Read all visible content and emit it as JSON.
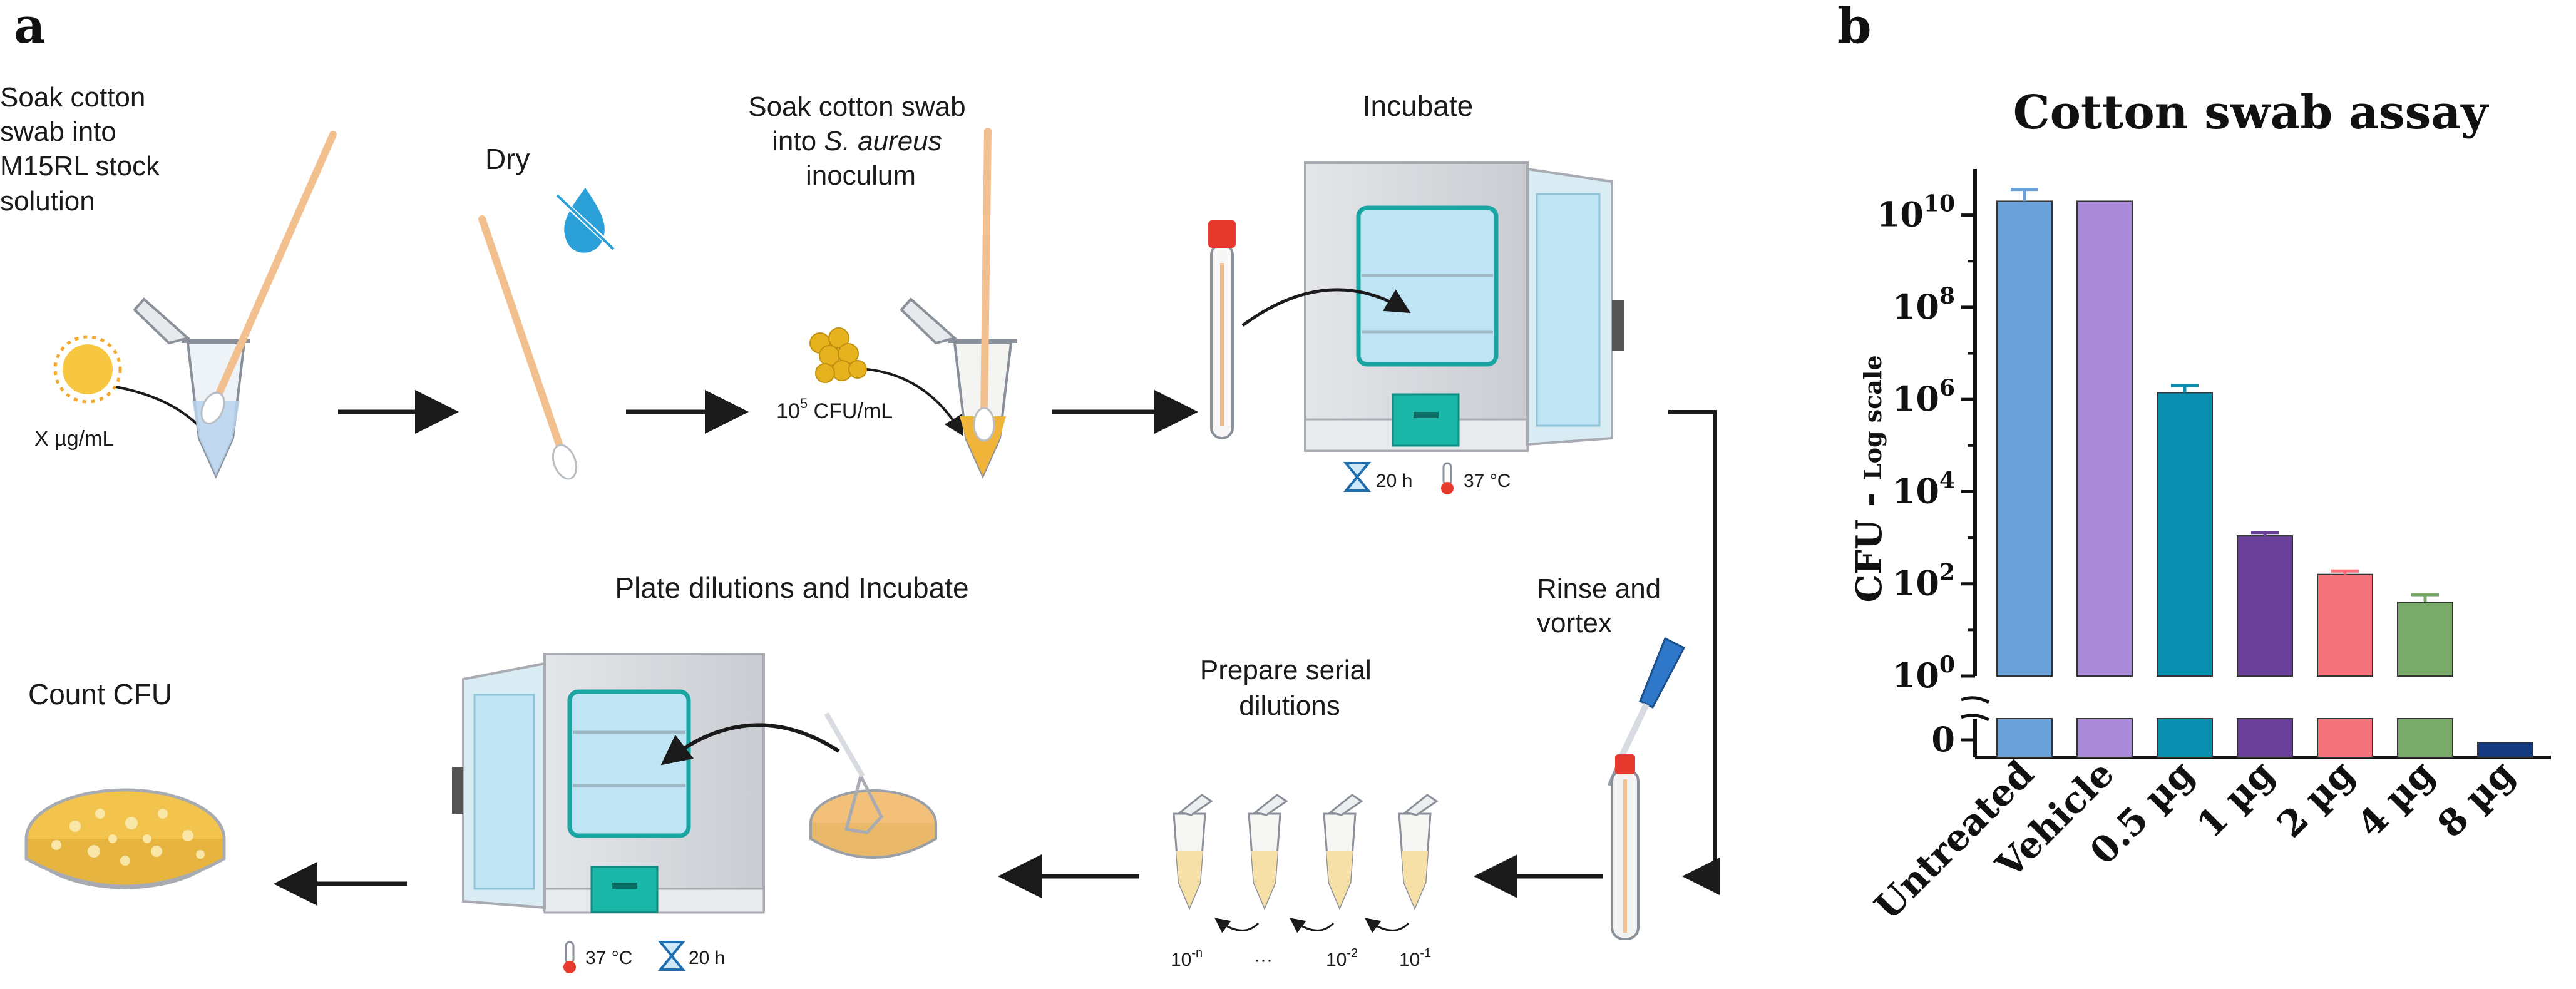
{
  "panel_a": {
    "label": "a",
    "steps": {
      "soak_stock": [
        "Soak cotton",
        "swab into",
        "M15RL stock",
        "solution"
      ],
      "dry": "Dry",
      "soak_inoculum_line1": "Soak cotton swab",
      "soak_inoculum_line2_prefix": "into ",
      "soak_inoculum_line2_italic": "S. aureus",
      "soak_inoculum_line3": "inoculum",
      "incubate": "Incubate",
      "rinse": [
        "Rinse and",
        "vortex"
      ],
      "prepare": [
        "Prepare serial",
        "dilutions"
      ],
      "plate": "Plate dilutions and Incubate",
      "count": "Count CFU"
    },
    "annotations": {
      "concentration": "X µg/mL",
      "inoculum_base": "10",
      "inoculum_exp": "5",
      "inoculum_unit": " CFU/mL",
      "incubate_time": "20 h",
      "incubate_temp": "37 °C",
      "plate_temp": "37 °C",
      "plate_time": "20 h",
      "dilutions": [
        {
          "base": "10",
          "exp": "-n"
        },
        {
          "text": "···"
        },
        {
          "base": "10",
          "exp": "-2"
        },
        {
          "base": "10",
          "exp": "-1"
        }
      ]
    }
  },
  "panel_b": {
    "label": "b",
    "chart_data": {
      "type": "bar",
      "title": "Cotton swab assay",
      "ylabel_main": "CFU - ",
      "ylabel_small": "Log scale",
      "yscale": "log10",
      "ylim_log10": [
        0,
        11
      ],
      "y_ticks": [
        {
          "base": "10",
          "exp": "10",
          "log": 10
        },
        {
          "base": "10",
          "exp": "8",
          "log": 8
        },
        {
          "base": "10",
          "exp": "6",
          "log": 6
        },
        {
          "base": "10",
          "exp": "4",
          "log": 4
        },
        {
          "base": "10",
          "exp": "2",
          "log": 2
        },
        {
          "base": "10",
          "exp": "0",
          "log": 0
        }
      ],
      "zero_tick": "0",
      "axis_break": true,
      "categories": [
        "Untreated",
        "Vehicle",
        "0.5 µg",
        "1 µg",
        "2 µg",
        "4 µg",
        "8 µg"
      ],
      "values": [
        20000000000,
        20000000000,
        1400000,
        1100,
        160,
        40,
        0
      ],
      "error_upper": [
        36000000000,
        null,
        2000000,
        1300,
        190,
        58,
        null
      ],
      "colors": [
        "#6a9fd8",
        "#a98ad9",
        "#0b8fb1",
        "#6a3f9a",
        "#f5747b",
        "#79aa69",
        "#163a82"
      ]
    }
  }
}
